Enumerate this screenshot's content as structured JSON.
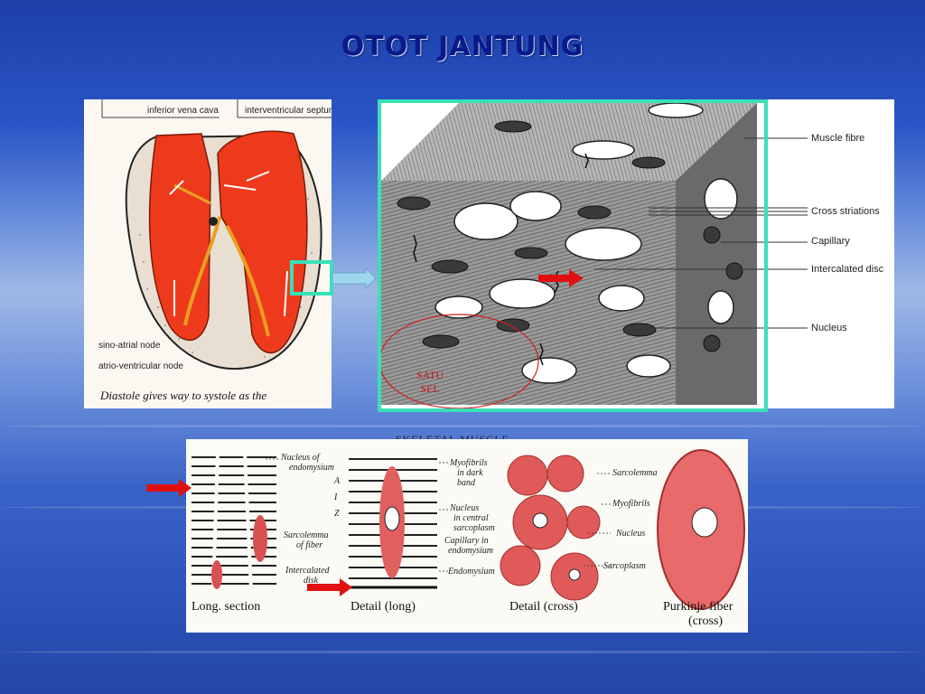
{
  "slide": {
    "title": "OTOT JANTUNG"
  },
  "heart_figure": {
    "top_labels": [
      "inferior vena cava",
      "interventricular septum"
    ],
    "bottom_labels": [
      "sino-atrial node",
      "atrio-ventricular node"
    ],
    "caption": "Diastole gives way to systole as the"
  },
  "block_figure": {
    "labels": [
      "Muscle fibre",
      "Cross striations",
      "Capillary",
      "Intercalated disc",
      "Nucleus"
    ],
    "circle_text_line1": "SATU",
    "circle_text_line2": "SEL"
  },
  "bottom_figure": {
    "header_partial": "SKELETAL MUSCLE",
    "panel_captions": [
      "Long. section",
      "Detail (long)",
      "Detail (cross)",
      "Purkinje fiber",
      "(cross)"
    ],
    "long_section_labels": [
      "Nucleus of",
      "endomysium",
      "Sarcolemma",
      "of fiber",
      "Intercalated",
      "disk"
    ],
    "detail_long_left_letters": [
      "A",
      "I",
      "Z"
    ],
    "detail_long_labels": [
      "Myofibrils",
      "in dark",
      "band",
      "Nucleus",
      "in central",
      "sarcoplasm",
      "Capillary in",
      "endomysium",
      "Endomysium"
    ],
    "detail_cross_labels": [
      "Sarcolemma",
      "Myofibrils",
      "Nucleus",
      "Sarcoplasm"
    ]
  },
  "colors": {
    "accent_frame": "#39e0b8",
    "arrow": "#e01010",
    "title": "#0a1a8a",
    "heart_red": "#ee3a1c",
    "tissue_pink": "#e05a5a"
  }
}
